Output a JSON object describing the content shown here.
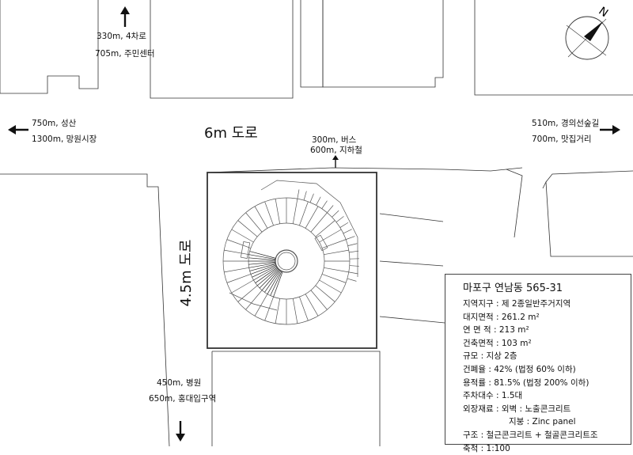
{
  "road_labels": {
    "main": "6m 도로",
    "side": "4.5m 도로"
  },
  "directions": {
    "north": [
      "330m, 4차로",
      "705m, 주민센터"
    ],
    "west": [
      "750m, 성산",
      "1300m, 망원시장"
    ],
    "east": [
      "510m, 경의선숲길",
      "700m, 맛집거리"
    ],
    "south": [
      "450m, 병원",
      "650m, 홍대입구역"
    ],
    "center": [
      "300m, 버스",
      "600m, 지하철"
    ]
  },
  "compass": {
    "letter": "N"
  },
  "info": {
    "title": "마포구 연남동 565-31",
    "rows": [
      "지역지구 : 제 2종일반주거지역",
      "대지면적 : 261.2 m²",
      "연 면 적 : 213 m²",
      "건축면적 : 103 m²",
      "규모 : 지상 2층",
      "건폐율 : 42% (법정 60% 이하)",
      "용적률 : 81.5% (법정 200% 이하)",
      "주차대수 : 1.5대",
      "외장재료 : 외벽 : 노출콘크리트",
      "지붕 : Zinc panel",
      "구조 : 철근콘크리트 + 철골콘크리트조",
      "축척 : 1:100"
    ]
  }
}
